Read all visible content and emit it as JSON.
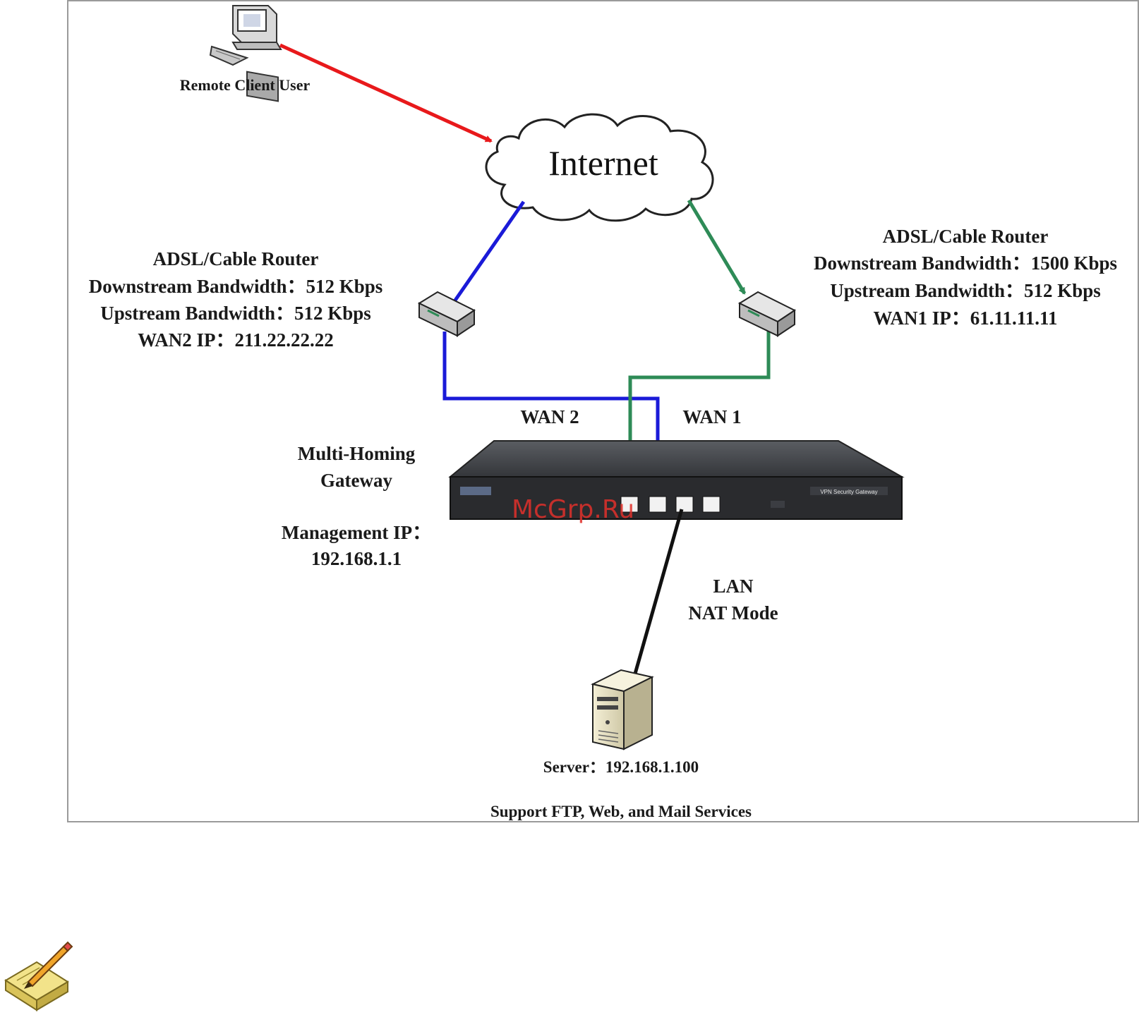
{
  "diagram": {
    "internet": "Internet",
    "remote_client": "Remote Client User",
    "router_left": {
      "title": "ADSL/Cable Router",
      "downstream": "Downstream Bandwidth：512 Kbps",
      "upstream": "Upstream Bandwidth：512 Kbps",
      "wan_ip": "WAN2 IP：211.22.22.22"
    },
    "router_right": {
      "title": "ADSL/Cable Router",
      "downstream": "Downstream Bandwidth：1500 Kbps",
      "upstream": "Upstream Bandwidth：512 Kbps",
      "wan_ip": "WAN1 IP：61.11.11.11"
    },
    "wan2_label": "WAN 2",
    "wan1_label": "WAN 1",
    "gateway": {
      "line1": "Multi-Homing",
      "line2": "Gateway",
      "mgmt_line1": "Management IP：",
      "mgmt_line2": "192.168.1.1",
      "front_panel_text": "VPN Security Gateway"
    },
    "lan": {
      "line1": "LAN",
      "line2": "NAT Mode"
    },
    "server": "Server：192.168.1.100",
    "services": "Support FTP, Web, and Mail Services",
    "watermark": "McGrp.Ru",
    "colors": {
      "remote_link": "#e8191b",
      "wan2_link": "#1a1ad8",
      "wan1_link": "#2e8b57",
      "lan_link": "#111111",
      "frame": "#9a9a9a",
      "watermark": "#e0302a"
    },
    "icons": [
      "computer-icon",
      "cloud-icon",
      "router-icon",
      "gateway-device-icon",
      "server-icon",
      "note-pencil-icon"
    ]
  }
}
